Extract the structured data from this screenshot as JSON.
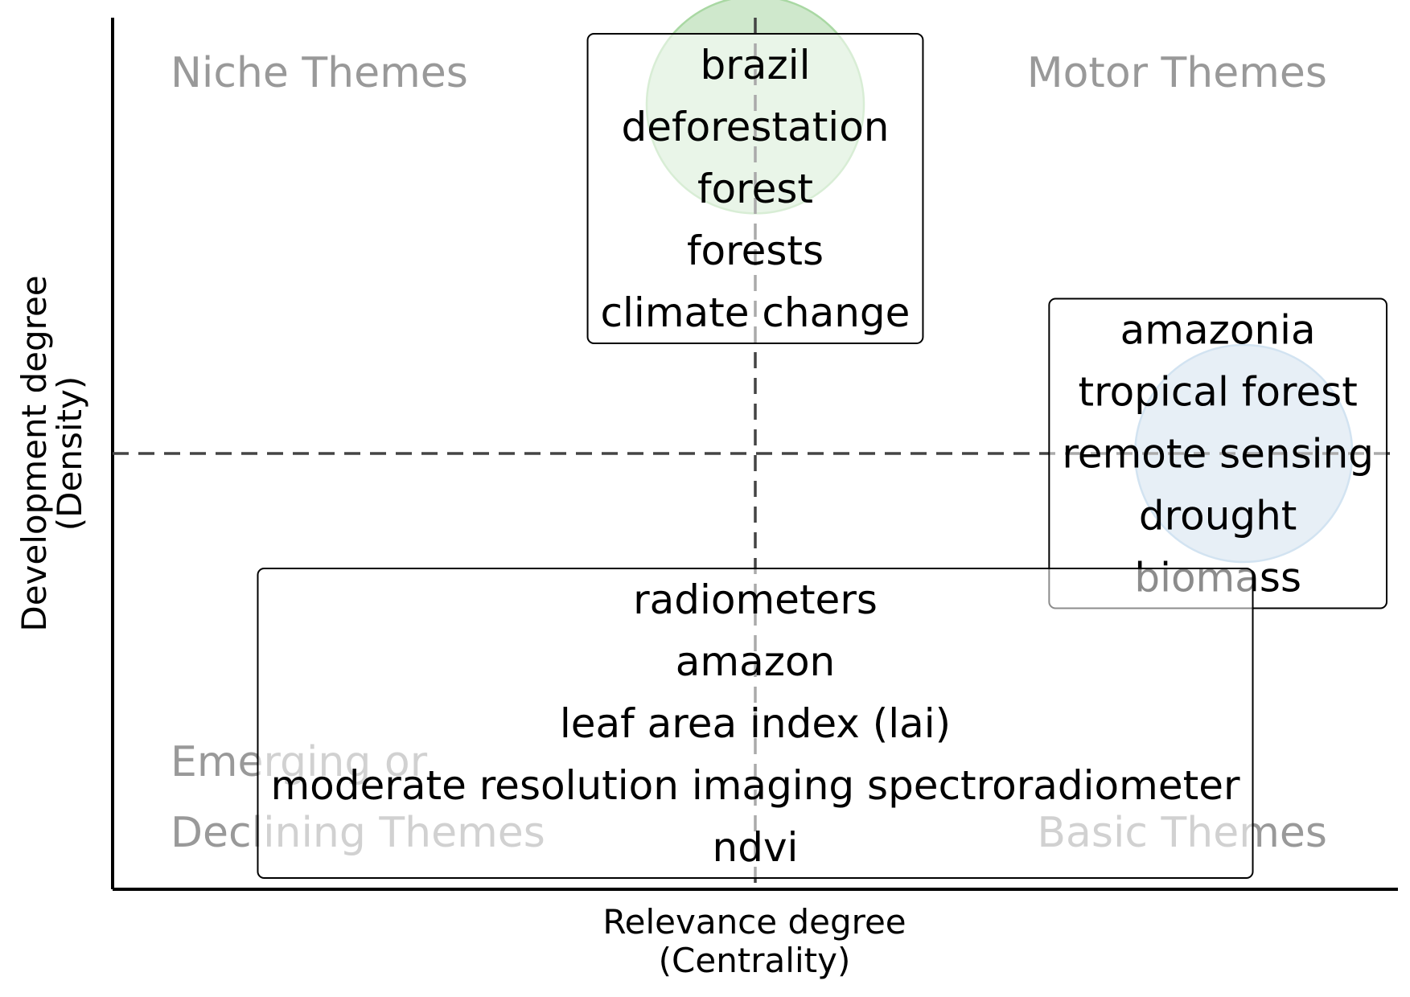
{
  "chart_data": {
    "type": "scatter",
    "title": "",
    "xlabel": [
      "Relevance degree",
      "(Centrality)"
    ],
    "ylabel": [
      "Development degree",
      "(Density)"
    ],
    "quadrants": {
      "top_left": "Niche Themes",
      "top_right": "Motor Themes",
      "bottom_left": [
        "Emerging or",
        "Declining Themes"
      ],
      "bottom_right": "Basic Themes"
    },
    "xlim": [
      0,
      1
    ],
    "ylim": [
      0,
      1
    ],
    "reference_lines": {
      "x": 0.5,
      "y": 0.5
    },
    "grid": false,
    "clusters": [
      {
        "x": 0.5,
        "y": 0.9,
        "size": 1,
        "color": "#cfe8cc",
        "stroke": "#a9d8a3",
        "terms": [
          "brazil",
          "deforestation",
          "forest",
          "forests",
          "climate change"
        ]
      },
      {
        "x": 0.88,
        "y": 0.5,
        "size": 1,
        "color": "#cadcec",
        "stroke": "#9cc0e0",
        "terms": [
          "amazonia",
          "tropical forest",
          "remote sensing",
          "drought",
          "biomass"
        ]
      },
      {
        "x": 0.5,
        "y": 0.15,
        "size": 0,
        "color": "#ffffff",
        "stroke": "#ffffff",
        "terms": [
          "radiometers",
          "amazon",
          "leaf area index (lai)",
          "moderate resolution imaging spectroradiometer",
          "ndvi"
        ]
      }
    ]
  }
}
